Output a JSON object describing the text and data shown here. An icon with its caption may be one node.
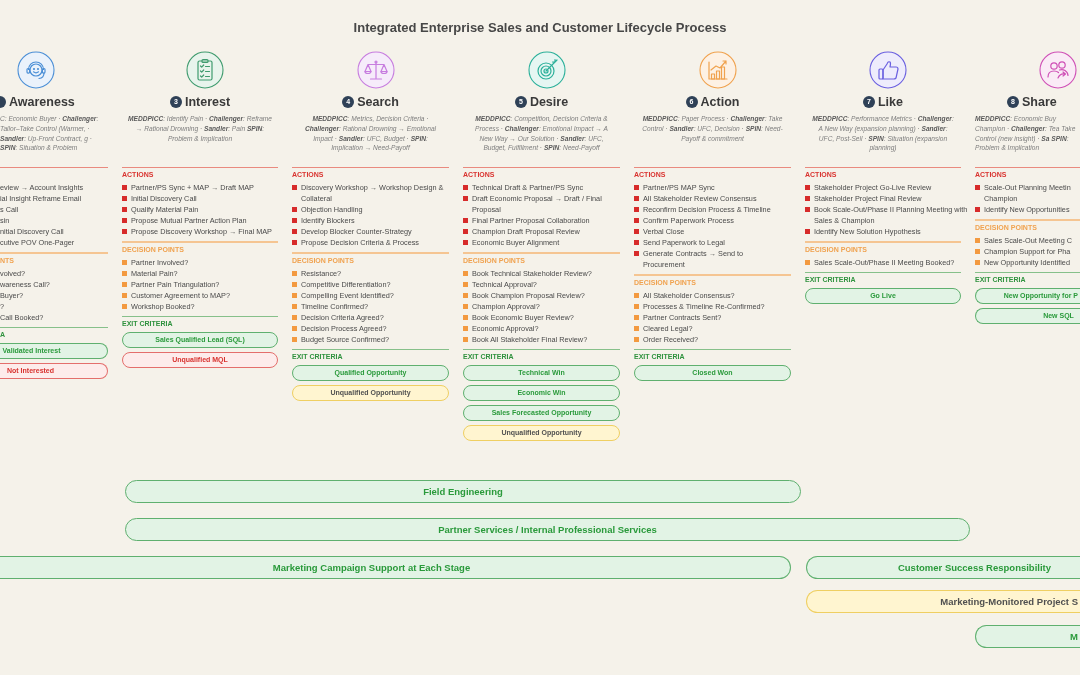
{
  "diagram": {
    "title": "Integrated Enterprise Sales and Customer Lifecycle Process",
    "nodes": [
      {
        "text": [],
        "shape": "circle",
        "beside": [
          "Awareness"
        ]
      },
      {
        "text": [
          "Validated Interest"
        ]
      },
      {
        "text": [
          "Not Interested"
        ]
      },
      {
        "text": [
          "3"
        ],
        "beside": [
          "Interest"
        ]
      },
      {
        "text": [
          "Sales Qualified Lead (SQL)"
        ]
      },
      {
        "text": [
          "Unqualified MQL"
        ]
      },
      {
        "text": [
          "4"
        ],
        "beside": [
          "Search"
        ]
      },
      {
        "text": [
          "Qualified Opportunity"
        ]
      },
      {
        "text": [
          "Unqualified Opportunity"
        ]
      },
      {
        "text": [
          "5"
        ],
        "beside": [
          "Desire"
        ]
      },
      {
        "text": [
          "Technical Win"
        ]
      },
      {
        "text": [
          "Economic Win"
        ]
      },
      {
        "text": [
          "Sales Forecasted Opportunity"
        ]
      },
      {
        "text": [
          "Unqualified Opportunity"
        ]
      },
      {
        "text": [
          "6"
        ],
        "beside": [
          "Action"
        ]
      },
      {
        "text": [
          "Closed Won"
        ]
      },
      {
        "text": [
          "7"
        ],
        "beside": [
          "Like"
        ]
      },
      {
        "text": [
          "Go Live"
        ]
      },
      {
        "text": [
          "8"
        ],
        "beside": [
          "Share"
        ]
      },
      {
        "text": [
          "New Opportunity for P"
        ]
      },
      {
        "text": [
          "New SQL"
        ]
      },
      {
        "text": [
          "Field Engineering"
        ]
      },
      {
        "text": [
          "Partner Services / Internal Professional Services"
        ]
      },
      {
        "text": [
          "Marketing Campaign Support at Each Stage"
        ]
      },
      {
        "text": [
          "Customer Success Responsibility"
        ]
      },
      {
        "text": [
          "Marketing-Monitored Project S"
        ]
      },
      {
        "text": [
          "M"
        ]
      }
    ],
    "edges": [],
    "labels": [
      "C: Economic Buyer · **Challenger**: Tailor–Take Control (Warmer, · **Sandler**: Up-Front Contract, g · **SPIN**: Situation & Problem",
      "eview → Account Insights",
      "ial Insight Reframe Email",
      "s Call",
      "sin",
      "nitial Discovery Call",
      "cutive POV One-Pager",
      "NTS",
      "volved?",
      "wareness Call?",
      "Buyer?",
      "?",
      "Call Booked?",
      "A",
      "**MEDDPICC**: Identify Pain · **Challenger**: Reframe → Rational Drowning · **Sandler**: Pain **SPIN**: Problem & Implication",
      "ACTIONS",
      "Partner/PS Sync + MAP → Draft MAP",
      "Initial Discovery Call",
      "Qualify Material Pain",
      "Propose Mutual Partner Action Plan",
      "Propose Discovery Workshop → Final MAP",
      "DECISION POINTS",
      "Partner Involved?",
      "Material Pain?",
      "Partner Pain Triangulation?",
      "Customer Agreement to MAP?",
      "Workshop Booked?",
      "EXIT CRITERIA",
      "**MEDDPICC**: Metrics, Decision Criteria · **Challenger**: Rational Drowning → Emotional Impact · **Sandler**: UFC, Budget · **SPIN**: Implication → Need-Payoff",
      "ACTIONS",
      "Discovery Workshop → Workshop Design & Collateral",
      "Objection Handling",
      "Identify Blockers",
      "Develop Blocker Counter-Strategy",
      "Propose Decision Criteria & Process",
      "DECISION POINTS",
      "Resistance?",
      "Competitive Differentiation?",
      "Compelling Event Identified?",
      "Timeline Confirmed?",
      "Decision Criteria Agreed?",
      "Decision Process Agreed?",
      "Budget Source Confirmed?",
      "EXIT CRITERIA",
      "**MEDDPICC**: Competition, Decision Criteria & Process · **Challenger**: Emotional Impact → A New Way → Our Solution · **Sandler**: UFC, Budget, Fulfillment · **SPIN**: Need-Payoff",
      "ACTIONS",
      "Technical Draft & Partner/PS Sync",
      "Draft Economic Proposal → Draft / Final Proposal",
      "Final Partner Proposal Collaboration",
      "Champion Draft Proposal Review",
      "Economic Buyer Alignment",
      "DECISION POINTS",
      "Book Technical Stakeholder Review?",
      "Technical Approval?",
      "Book Champion Proposal Review?",
      "Champion Approval?",
      "Book Economic Buyer Review?",
      "Economic Approval?",
      "Book All Stakeholder Final Review?",
      "EXIT CRITERIA",
      "**MEDDPICC**: Paper Process · **Challenger**: Take Control · **Sandler**: UFC, Decision · **SPIN**: Need-Payoff & commitment",
      "ACTIONS",
      "Partner/PS MAP Sync",
      "All Stakeholder Review Consensus",
      "Reconfirm Decision Process & Timeline",
      "Confirm Paperwork Process",
      "Verbal Close",
      "Send Paperwork to Legal",
      "Generate Contracts → Send to Procurement",
      "DECISION POINTS",
      "All Stakeholder Consensus?",
      "Processes & Timeline Re-Confirmed?",
      "Partner Contracts Sent?",
      "Cleared Legal?",
      "Order Received?",
      "EXIT CRITERIA",
      "**MEDDPICC**: Performance Metrics · **Challenger**: A New Way (expansion planning) · **Sandler**: UFC, Post-Sell · **SPIN**: Situation (expansion planning)",
      "ACTIONS",
      "Stakeholder Project Go-Live Review",
      "Stakeholder Project Final Review",
      "Book Scale-Out/Phase II Planning Meeting with Sales & Champion",
      "Identify New Solution Hypothesis",
      "DECISION POINTS",
      "Sales Scale-Out/Phase II Meeting Booked?",
      "EXIT CRITERIA",
      "**MEDDPICC**: Economic Buy Champion · **Challenger**: Tea Take Control (new insight) · **Sa** **SPIN**: Problem & Implication",
      "ACTIONS",
      "Scale-Out Planning Meetin Champion",
      "Identify New Opportunities",
      "DECISION POINTS",
      "Sales Scale-Out Meeting C",
      "Champion Support for Pha",
      "New Opportunity Identified",
      "EXIT CRITERIA"
    ]
  }
}
